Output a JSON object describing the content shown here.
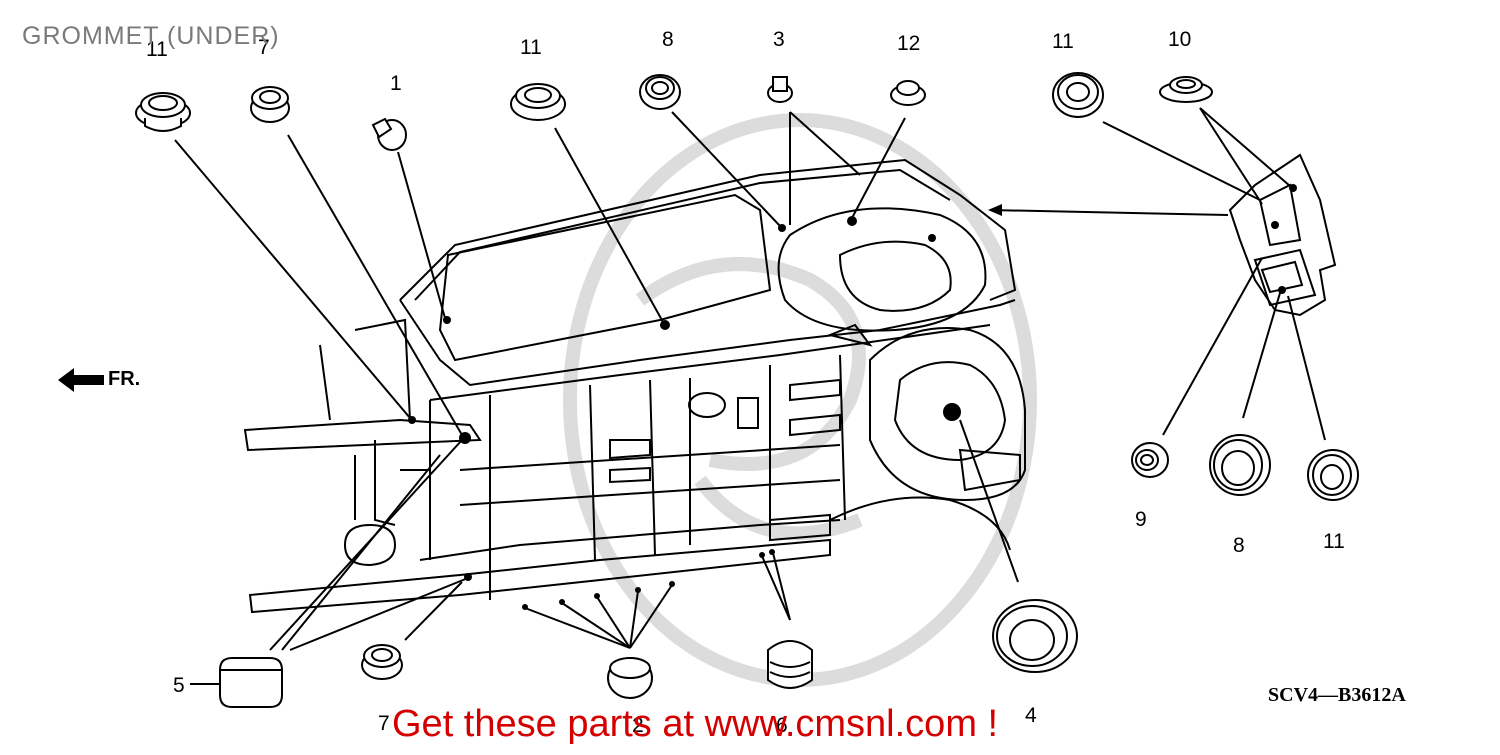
{
  "title": "GROMMET (UNDER)",
  "diagram_code": "SCV4—B3612A",
  "promo_text": "Get these parts at www.cmsnl.com !",
  "direction_label": "FR.",
  "callouts": [
    {
      "id": "c1",
      "label": "11"
    },
    {
      "id": "c2",
      "label": "7"
    },
    {
      "id": "c3",
      "label": "1"
    },
    {
      "id": "c4",
      "label": "11"
    },
    {
      "id": "c5",
      "label": "8"
    },
    {
      "id": "c6",
      "label": "3"
    },
    {
      "id": "c7",
      "label": "12"
    },
    {
      "id": "c8",
      "label": "11"
    },
    {
      "id": "c9",
      "label": "10"
    },
    {
      "id": "c10",
      "label": "9"
    },
    {
      "id": "c11",
      "label": "8"
    },
    {
      "id": "c12",
      "label": "11"
    },
    {
      "id": "c13",
      "label": "5"
    },
    {
      "id": "c14",
      "label": "7"
    },
    {
      "id": "c15",
      "label": "2"
    },
    {
      "id": "c16",
      "label": "6"
    },
    {
      "id": "c17",
      "label": "4"
    }
  ],
  "colors": {
    "line": "#000000",
    "watermark": "#d8d8d8",
    "promo": "#d40000",
    "title": "#7a7a7a"
  }
}
